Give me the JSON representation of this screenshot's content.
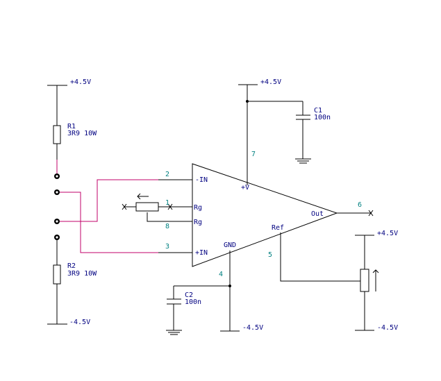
{
  "colors": {
    "wire": "#000000",
    "signal_wire": "#c0006a",
    "label_text": "#000080",
    "pin_number": "#008080",
    "background": "#ffffff"
  },
  "supply_labels": {
    "r1_top": "+4.5V",
    "r2_bottom": "-4.5V",
    "vplus_top": "+4.5V",
    "gnd_bottom": "-4.5V",
    "pot_top": "+4.5V",
    "pot_bottom": "-4.5V"
  },
  "components": {
    "r1": {
      "ref": "R1",
      "value": "3R9 10W"
    },
    "r2": {
      "ref": "R2",
      "value": "3R9 10W"
    },
    "c1": {
      "ref": "C1",
      "value": "100n"
    },
    "c2": {
      "ref": "C2",
      "value": "100n"
    }
  },
  "amp_pins": {
    "in_minus": "-IN",
    "in_plus": "+IN",
    "rg1": "Rg",
    "rg2": "Rg",
    "vplus": "+V",
    "gnd": "GND",
    "ref": "Ref",
    "out": "Out"
  },
  "pin_numbers": {
    "p1": "1",
    "p2": "2",
    "p3": "3",
    "p4": "4",
    "p5": "5",
    "p6": "6",
    "p7": "7",
    "p8": "8"
  }
}
